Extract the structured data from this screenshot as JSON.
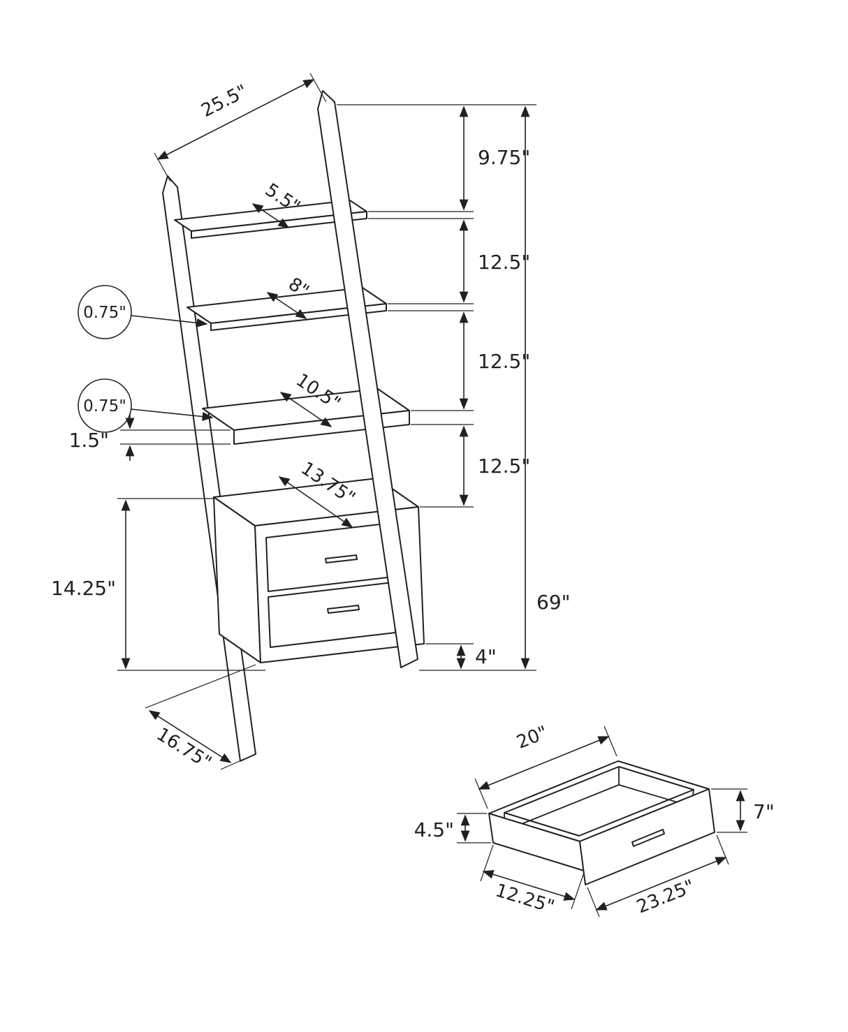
{
  "page": {
    "background": "#ffffff",
    "line_color": "#231f20"
  },
  "ladder_shelf": {
    "width_top": "25.5\"",
    "segment_top": "9.75\"",
    "segment_2": "12.5\"",
    "segment_3": "12.5\"",
    "segment_4": "12.5\"",
    "total_height": "69\"",
    "base_gap": "4\"",
    "shelf1_depth": "5.5\"",
    "shelf2_depth": "8\"",
    "shelf3_depth": "10.5\"",
    "shelf4_depth": "13.75\"",
    "shelf_thickness_a": "0.75\"",
    "shelf_thickness_b": "0.75\"",
    "shelf_lip": "1.5\"",
    "cabinet_height": "14.25\"",
    "base_depth": "16.75\""
  },
  "drawer": {
    "width": "20\"",
    "front_height": "7\"",
    "side_height": "4.5\"",
    "side_depth": "12.25\"",
    "front_width": "23.25\""
  }
}
